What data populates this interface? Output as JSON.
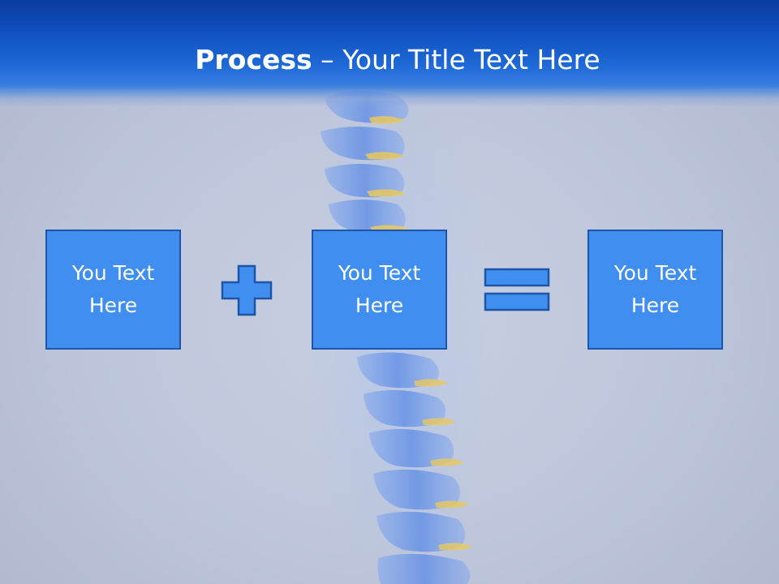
{
  "title": {
    "bold": "Process",
    "rest": " – Your Title Text Here"
  },
  "boxes": [
    {
      "text": "You Text Here"
    },
    {
      "text": "You Text Here"
    },
    {
      "text": "You Text Here"
    }
  ],
  "colors": {
    "header": "#1e6ad8",
    "box_fill": "#3f8ef0",
    "box_border": "#1f55a8",
    "background": "#c2cadc"
  },
  "icons": [
    "plus-icon",
    "equals-icon",
    "spine-illustration"
  ]
}
